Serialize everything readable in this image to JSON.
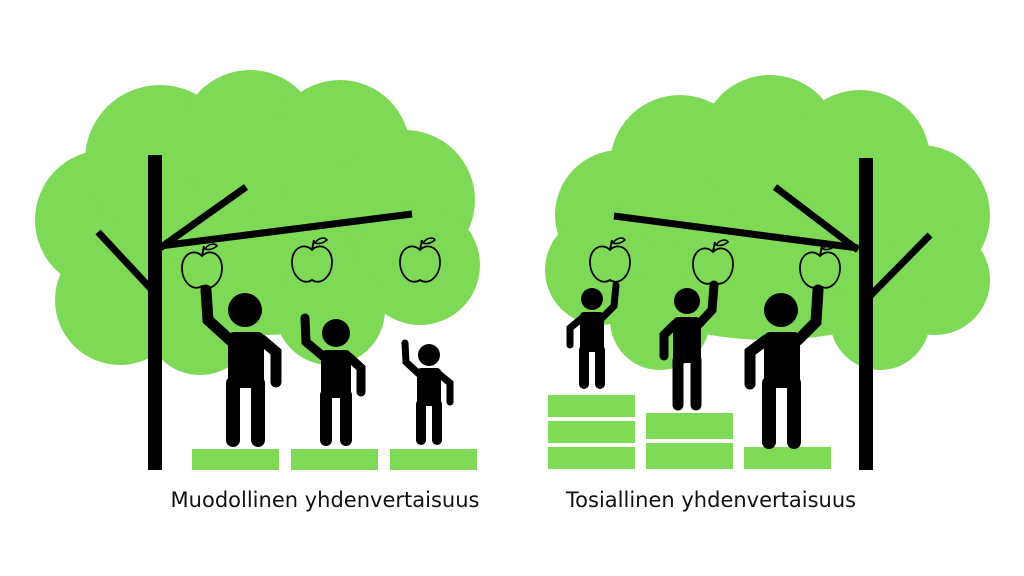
{
  "panels": [
    {
      "caption": "Muodollinen yhdenvertaisuus",
      "people": 3,
      "boxes_per_person": [
        1,
        1,
        1
      ],
      "apples": 3
    },
    {
      "caption": "Tosiallinen yhdenvertaisuus",
      "people": 3,
      "boxes_per_person": [
        3,
        2,
        1
      ],
      "apples": 3
    }
  ],
  "colors": {
    "foliage": "#7ed957",
    "box": "#7ed957",
    "figure": "#000000",
    "background": "#ffffff"
  },
  "icons": [
    "tree-icon",
    "apple-icon",
    "person-icon",
    "box-icon"
  ]
}
